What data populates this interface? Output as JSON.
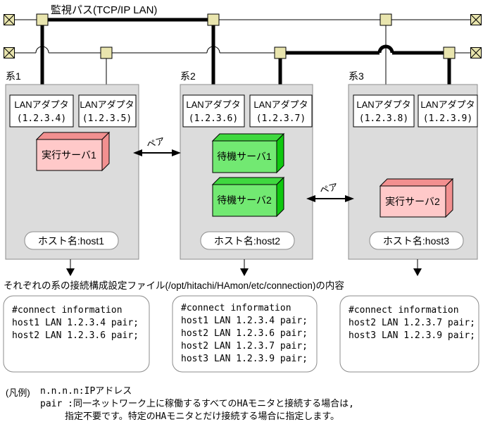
{
  "title": "監視パス(TCP/IP LAN)",
  "pair_label": "ペア",
  "colors": {
    "system_box_fill": "#dcdcdc",
    "system_box_border": "#a6a6a6",
    "connector_fill": "#e9e5ae",
    "white": "#ffffff",
    "exec_face": "#ffc9c9",
    "exec_shade": "#f29090",
    "standby_face": "#72e972",
    "standby_shade_top": "#3fd83f",
    "standby_shade_side": "#0fc80f"
  },
  "systems": [
    {
      "label": "系1",
      "adapters": [
        {
          "name": "LANアダプタ",
          "ip": "(1.2.3.4)"
        },
        {
          "name": "LANアダプタ",
          "ip": "(1.2.3.5)"
        }
      ],
      "servers": [
        {
          "label": "実行サーバ1",
          "kind": "exec"
        }
      ],
      "host_label": "ホスト名:host1"
    },
    {
      "label": "系2",
      "adapters": [
        {
          "name": "LANアダプタ",
          "ip": "(1.2.3.6)"
        },
        {
          "name": "LANアダプタ",
          "ip": "(1.2.3.7)"
        }
      ],
      "servers": [
        {
          "label": "待機サーバ1",
          "kind": "standby"
        },
        {
          "label": "待機サーバ2",
          "kind": "standby"
        }
      ],
      "host_label": "ホスト名:host2"
    },
    {
      "label": "系3",
      "adapters": [
        {
          "name": "LANアダプタ",
          "ip": "(1.2.3.8)"
        },
        {
          "name": "LANアダプタ",
          "ip": "(1.2.3.9)"
        }
      ],
      "servers": [
        {
          "label": "実行サーバ2",
          "kind": "exec"
        }
      ],
      "host_label": "ホスト名:host3"
    }
  ],
  "config_heading": "それぞれの系の接続構成設定ファイル(/opt/hitachi/HAmon/etc/connection)の内容",
  "config_boxes": [
    {
      "lines": [
        "#connect information",
        "host1 LAN 1.2.3.4 pair;",
        "host2 LAN 1.2.3.6 pair;"
      ]
    },
    {
      "lines": [
        "#connect information",
        "host1 LAN 1.2.3.4 pair;",
        "host2 LAN 1.2.3.6 pair;",
        "host2 LAN 1.2.3.7 pair;",
        "host3 LAN 1.2.3.9 pair;"
      ]
    },
    {
      "lines": [
        "#connect information",
        "host2 LAN 1.2.3.7 pair;",
        "host3 LAN 1.2.3.9 pair;"
      ]
    }
  ],
  "legend": {
    "title": "(凡例)",
    "lines": [
      "n.n.n.n:IPアドレス",
      "pair   :同一ネットワーク上に稼働するすべてのHAモニタと接続する場合は,",
      "指定不要です。特定のHAモニタとだけ接続する場合に指定します。"
    ]
  }
}
